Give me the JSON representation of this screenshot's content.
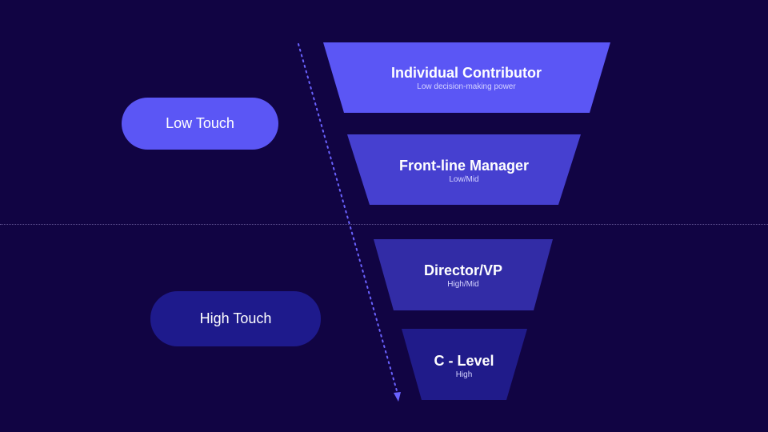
{
  "colors": {
    "background": "#110443",
    "stage_1": "#5b56f5",
    "stage_2": "#4640d0",
    "stage_3": "#322ca6",
    "stage_4": "#201b8a",
    "pill_low": "#5b56f5",
    "pill_high": "#1e1a8c",
    "arrow": "#6a62ff"
  },
  "segments": {
    "low_touch": "Low Touch",
    "high_touch": "High Touch"
  },
  "stages": [
    {
      "title": "Individual Contributor",
      "subtitle": "Low decision-making power"
    },
    {
      "title": "Front-line Manager",
      "subtitle": "Low/Mid"
    },
    {
      "title": "Director/VP",
      "subtitle": "High/Mid"
    },
    {
      "title": "C - Level",
      "subtitle": "High"
    }
  ],
  "icons": {
    "arrow": "dotted-down-arrow-icon"
  }
}
